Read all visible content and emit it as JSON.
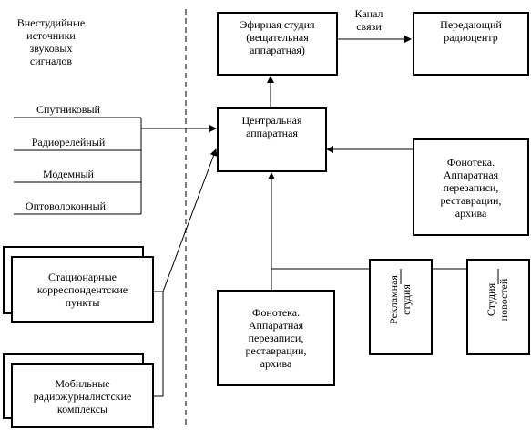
{
  "external_sources_title": "Внестудийные\nисточники\nзвуковых\nсигналов",
  "channel_label": "Канал\nсвязи",
  "inputs": [
    "Спутниковый",
    "Радиорелейный",
    "Модемный",
    "Оптоволоконный"
  ],
  "boxes": {
    "on_air_studio": "Эфирная студия\n(вещательная\nаппаратная)",
    "transmitting_center": "Передающий\nрадиоцентр",
    "central_control": "Центральная\nаппаратная",
    "phonotheque_right": "Фонотека.\nАппаратная\nперезаписи,\nреставрации,\nархива",
    "phonotheque_bottom": "Фонотека.\nАппаратная\nперезаписи,\nреставрации,\nархива",
    "stationary_points": "Стационарные\nкорреспондентские\nпункты",
    "mobile_complexes": "Мобильные\nрадиожурналистские\nкомплексы",
    "ad_studio": "Рекламная\nстудия",
    "news_studio": "Студия\nновостей"
  }
}
